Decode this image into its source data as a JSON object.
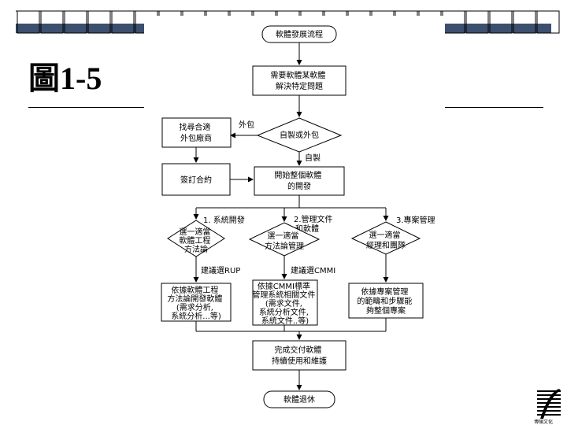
{
  "slide": {
    "title": "圖1-5"
  },
  "flow": {
    "start": "軟體發展流程",
    "need": [
      "需要軟體某軟體",
      "解決特定問題"
    ],
    "decision_build": "自製或外包",
    "vendor": [
      "找尋合適",
      "外包廠商"
    ],
    "contract": "簽訂合約",
    "dev_start": [
      "開始整個軟體",
      "的開發"
    ],
    "label_outsource": "外包",
    "label_selfmake": "自製",
    "branch1_label": "1. 系統開發",
    "branch2_label": [
      "2.管理文件",
      "和軟體"
    ],
    "branch3_label": "3.專案管理",
    "dec_method": [
      "選一適當",
      "軟體工程",
      "方法論"
    ],
    "dec_mgmt": [
      "選一適當",
      "方法論管理"
    ],
    "dec_pm": [
      "選一適當",
      "經理和團隊"
    ],
    "suggest_rup": "建議選RUP",
    "suggest_cmmi": "建議選CMMI",
    "proc_eng": [
      "依據軟體工程",
      "方法論開發軟體",
      "(需求分析,",
      "系統分析...等)"
    ],
    "proc_mgmt": [
      "依據CMMI標準",
      "管理系統相關文件",
      "(需求文件,",
      "系統分析文件,",
      "系統文件..等)"
    ],
    "proc_pm": [
      "依據專案管理",
      "的範疇和步驟能",
      "夠整個專案"
    ],
    "deliver": [
      "完成交付軟體",
      "持續使用和維護"
    ],
    "retire": "軟體退休"
  },
  "colors": {
    "deco_dark": "#3d4f6e",
    "deco_line": "#000000"
  },
  "logo": {
    "icon": "publisher-logo-icon",
    "caption": "博碩文化"
  }
}
